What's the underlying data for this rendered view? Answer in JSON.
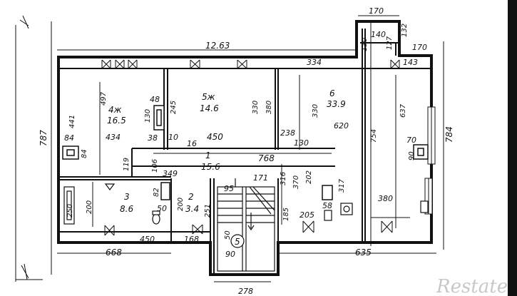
{
  "dims": {
    "top_width": "12.63",
    "bump_w": "170",
    "d140": "140",
    "d132": "132",
    "d130": "130",
    "d127": "127",
    "d170b": "170",
    "d143": "143",
    "d334": "334",
    "left_h": "787",
    "right_h": "784",
    "d497": "497",
    "d441": "441",
    "d84a": "84",
    "d84b": "84",
    "d48": "48",
    "d130b": "130",
    "d38": "38",
    "d245": "245",
    "d330a": "330",
    "d380a": "380",
    "d330b": "330",
    "d620": "620",
    "d754": "754",
    "d637": "637",
    "d70": "70",
    "d90a": "90",
    "d434": "434",
    "d450a": "450",
    "d10": "10",
    "d238": "238",
    "d130c": "130",
    "d16": "16",
    "d768": "768",
    "d119": "119",
    "d106": "106",
    "d349": "349",
    "d171": "171",
    "d316": "316",
    "d370": "370",
    "d202": "202",
    "d317": "317",
    "d380b": "380",
    "d250": "250",
    "d200a": "200",
    "d200b": "200",
    "d82": "82",
    "d50": "50",
    "d251": "251",
    "d95": "95",
    "d185": "185",
    "d205": "205",
    "d58": "58",
    "d450b": "450",
    "d168": "168",
    "d50b": "50",
    "d90b": "90",
    "d668": "668",
    "d635": "635",
    "d278": "278"
  },
  "rooms": [
    {
      "num": "4ж",
      "area": "16.5"
    },
    {
      "num": "5ж",
      "area": "14.6"
    },
    {
      "num": "6",
      "area": "33.9"
    },
    {
      "num": "1",
      "area": "15.6"
    },
    {
      "num": "3",
      "area": "8.6"
    },
    {
      "num": "2",
      "area": "3.4"
    }
  ],
  "stair_label": "5",
  "watermark": "Restate"
}
